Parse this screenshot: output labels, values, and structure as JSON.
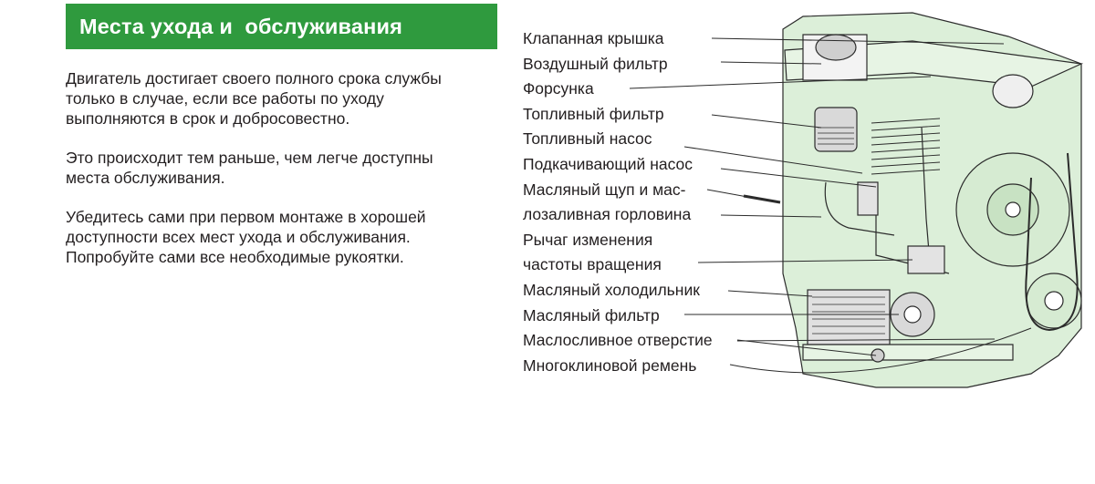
{
  "header": {
    "title": "Места ухода и  обслуживания"
  },
  "body": {
    "paragraphs": [
      "Двигатель достигает своего полного срока службы\nтолько в случае, если все работы по уходу\nвыполняются в срок и  добросовестно.",
      "Это происходит тем раньше, чем легче доступны\nместа обслуживания.",
      "Убедитесь сами при первом монтаже в хорошей\nдоступности всех мест ухода и обслуживания.\nПопробуйте сами все необходимые рукоятки."
    ]
  },
  "figure": {
    "labels": [
      "Клапанная крышка",
      "Воздушный фильтр",
      "Форсунка",
      "Топливный фильтр",
      "Топливный насос",
      "Подкачивающий насос",
      "Масляный щуп и мас-",
      "лозаливная горловина",
      "Рычаг изменения",
      "частоты вращения",
      "Масляный холодильник",
      "Масляный фильтр",
      "Маслосливное отверстие",
      "Многоклиновой ремень"
    ]
  },
  "colors": {
    "header_bg": "#2f9a3e",
    "header_text": "#ffffff",
    "body_text": "#231f20",
    "engine_fill": "#dcefd9",
    "engine_line": "#2b2b2b"
  }
}
